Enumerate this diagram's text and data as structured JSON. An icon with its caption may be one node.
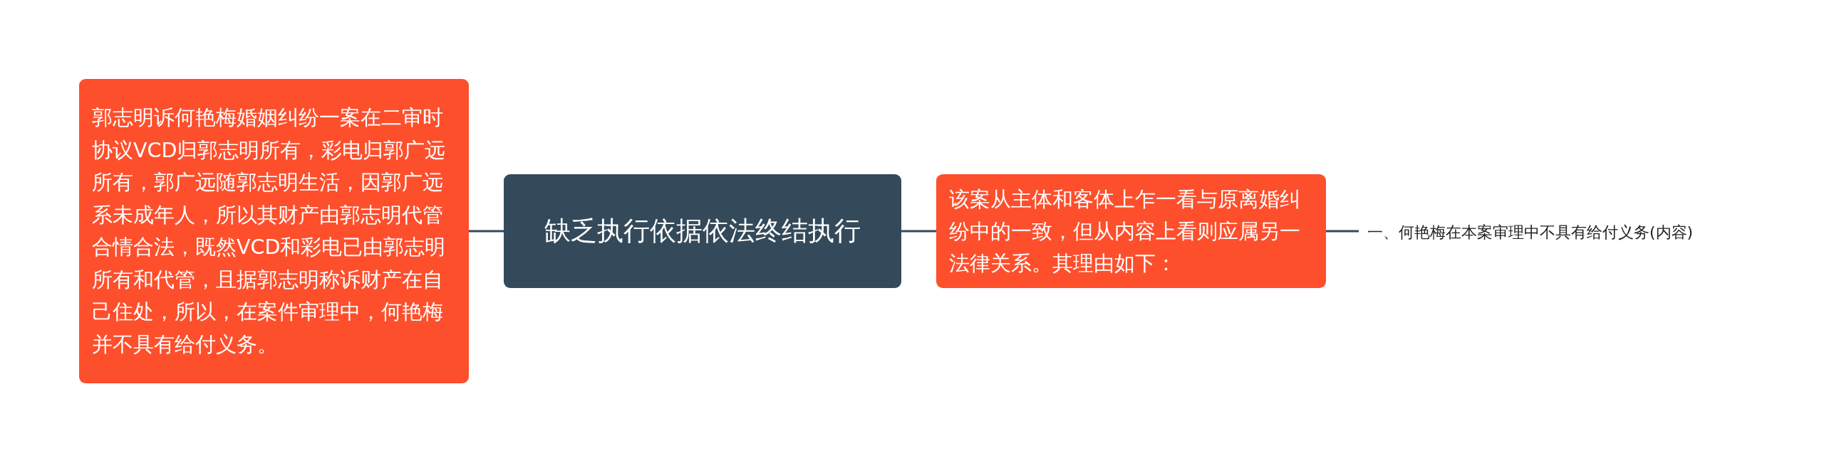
{
  "diagram": {
    "nodes": [
      {
        "text": [
          "缺乏执行依据依法终结执行"
        ]
      },
      {
        "text": [
          "郭志明诉何艳梅婚姻纠纷一案在二审时协议VCD归郭志明所有，彩电归郭广远所有，郭广远随郭志明生活，因郭广远系未成年人，所以其财产由郭志明代管合情合法，既然VCD和彩电已由郭志明所有和代管，且据郭志明称诉财产在自己住处，所以，在案件审理中，何艳梅并不具有给付义务。"
        ]
      },
      {
        "text": [
          "该案从主体和客体上乍一看与原离婚纠纷中的一致，但从内容上看则应属另一法律关系。其理由如下："
        ]
      },
      {
        "text": [
          "一、何艳梅在本案审理中不具有给付义务(内容)"
        ]
      }
    ],
    "edges": [
      {
        "from": 0,
        "to": 1,
        "arrow": "none"
      },
      {
        "from": 0,
        "to": 2,
        "arrow": "none"
      },
      {
        "from": 2,
        "to": 3,
        "arrow": "none"
      }
    ]
  }
}
